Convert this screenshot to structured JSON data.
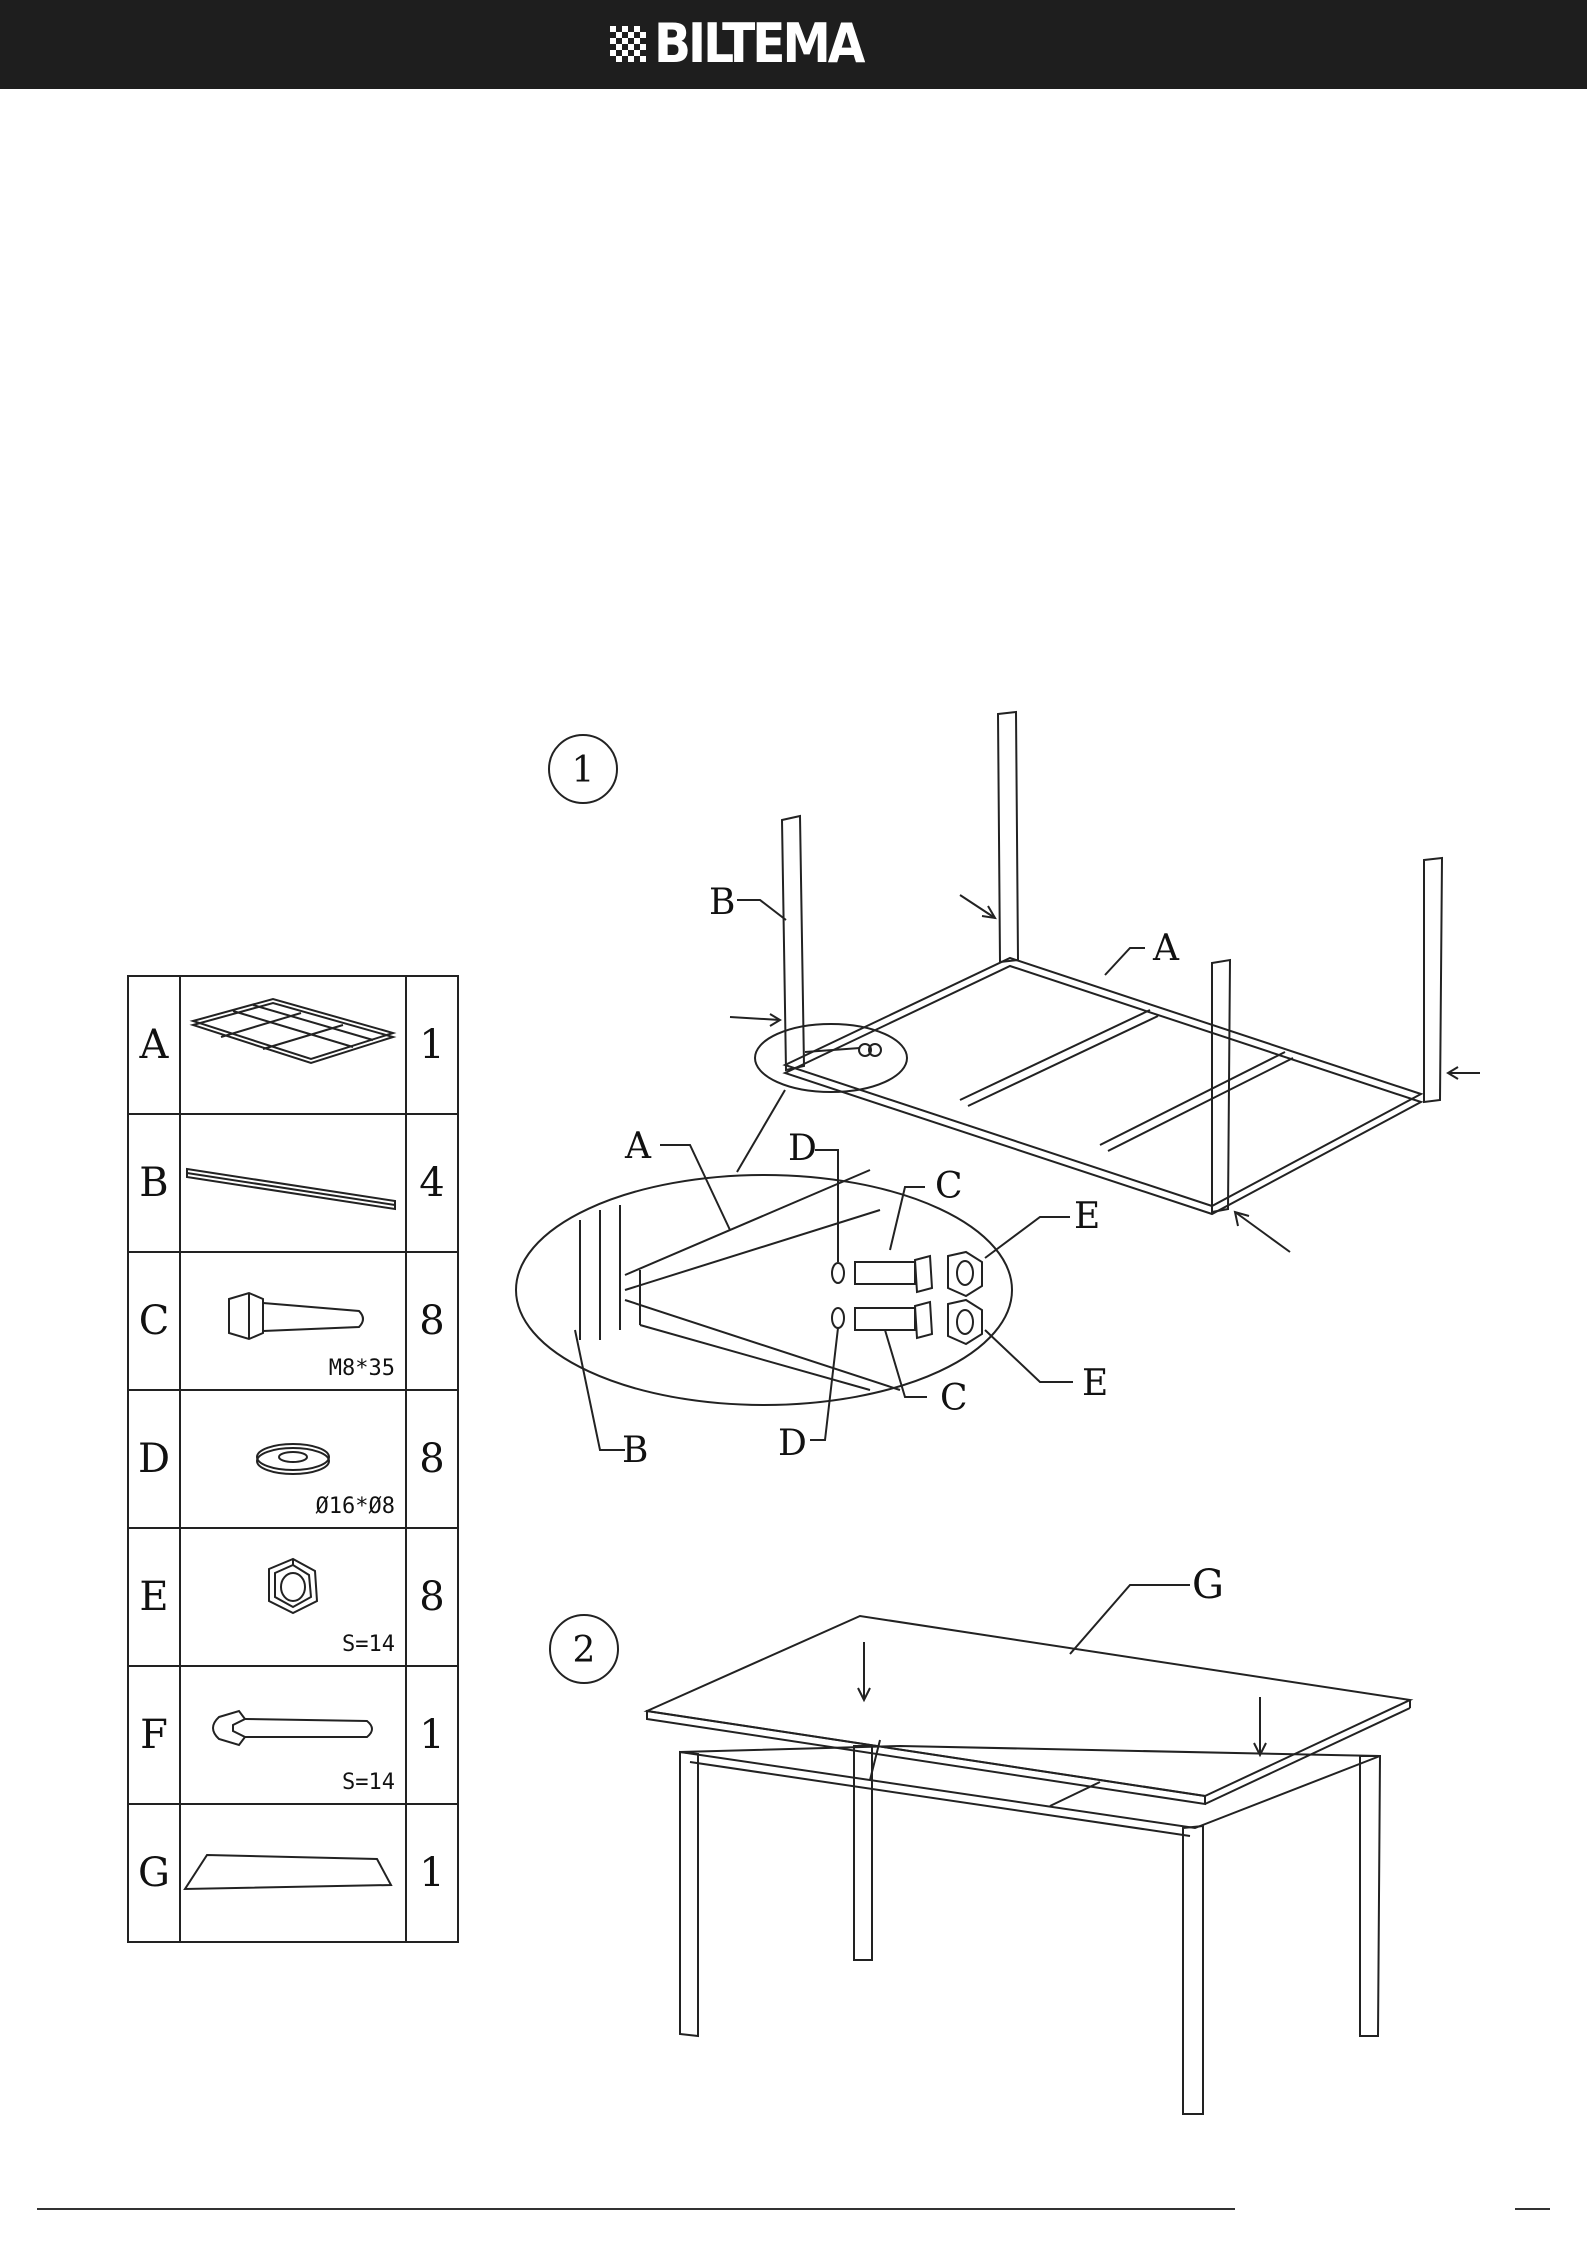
{
  "header": {
    "brand": "BILTEMA"
  },
  "parts": [
    {
      "letter": "A",
      "qty": "1",
      "spec": "",
      "icon": "frame-icon"
    },
    {
      "letter": "B",
      "qty": "4",
      "spec": "",
      "icon": "leg-tube-icon"
    },
    {
      "letter": "C",
      "qty": "8",
      "spec": "M8*35",
      "icon": "bolt-icon"
    },
    {
      "letter": "D",
      "qty": "8",
      "spec": "Ø16*Ø8",
      "icon": "washer-icon"
    },
    {
      "letter": "E",
      "qty": "8",
      "spec": "S=14",
      "icon": "nut-icon"
    },
    {
      "letter": "F",
      "qty": "1",
      "spec": "S=14",
      "icon": "wrench-icon"
    },
    {
      "letter": "G",
      "qty": "1",
      "spec": "",
      "icon": "glass-top-icon"
    }
  ],
  "steps": [
    {
      "number": "1",
      "labels": {
        "B_top": "B",
        "A_top": "A",
        "A_detail": "A",
        "D_top": "D",
        "C_top": "C",
        "E_top": "E",
        "B_detail": "B",
        "D_bottom": "D",
        "C_bottom": "C",
        "E_bottom": "E"
      }
    },
    {
      "number": "2",
      "labels": {
        "G": "G"
      }
    }
  ]
}
